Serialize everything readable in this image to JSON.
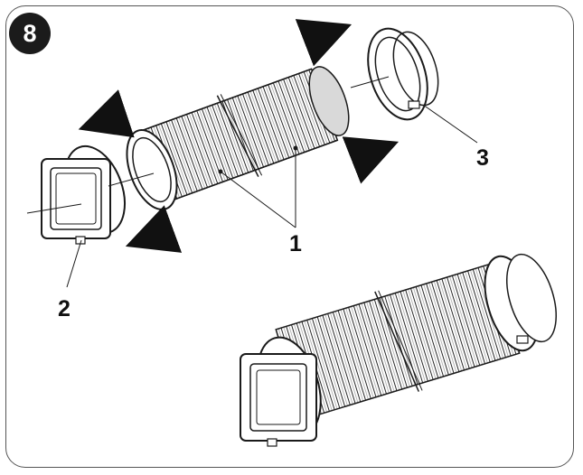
{
  "figure": {
    "step_number": "8",
    "callouts": {
      "hose": "1",
      "window_adapter": "2",
      "unit_adapter": "3"
    }
  },
  "colors": {
    "stroke": "#1a1a1a",
    "shade": "#d9d9d9",
    "badge": "#1b1b1b",
    "frame": "#555555"
  }
}
